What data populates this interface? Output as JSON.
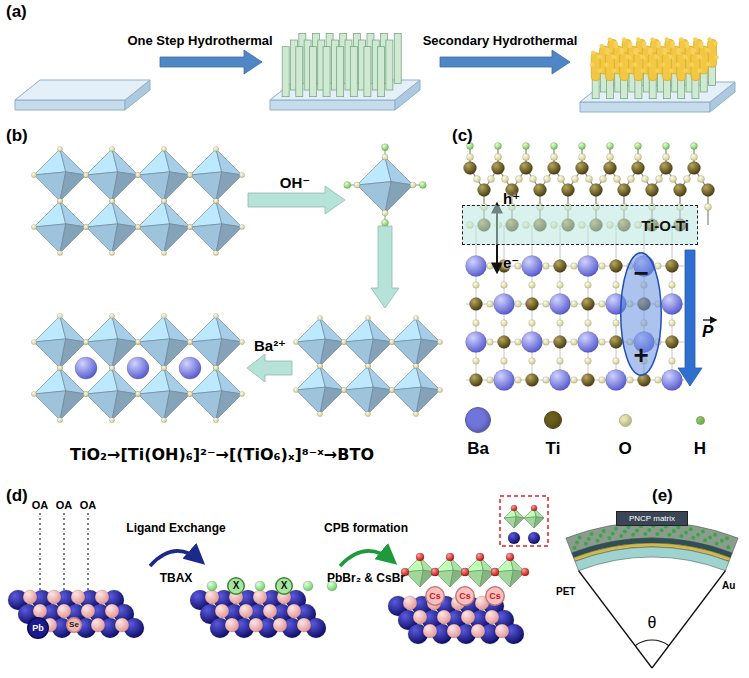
{
  "diagram": {
    "nodes": [
      {
        "text": [
          "Ti-O-Ti"
        ]
      },
      {
        "text": [
          "−",
          "+"
        ]
      },
      {
        "text": [
          "Pb"
        ]
      },
      {
        "text": [
          "Se"
        ]
      },
      {
        "text": [
          "X"
        ]
      },
      {
        "text": [
          "X"
        ]
      },
      {
        "text": [
          "Cs"
        ]
      },
      {
        "text": [
          "Cs"
        ]
      },
      {
        "text": [
          "Cs"
        ]
      },
      {
        "text": [
          "PNCP matrix"
        ]
      }
    ],
    "labels": [
      "(a)",
      "One Step Hydrothermal",
      "Secondary Hydrothermal",
      "(b)",
      "OH⁻",
      "Ba²⁺",
      "TiO₂→[Ti(OH)₆]²⁻→[(TiO₆)ₓ]⁸⁻ˣ→BTO",
      "(c)",
      "h⁺",
      "e⁻",
      "P",
      "(d)",
      "OA",
      "OA",
      "OA",
      "Ligand Exchange",
      "TBAX",
      "CPB formation",
      "PbBr₂ & CsBr",
      "(e)",
      "PET",
      "Au",
      "θ"
    ],
    "legend": [
      {
        "text": "Ba",
        "color": "#7075dc"
      },
      {
        "text": "Ti",
        "color": "#6b5d1c"
      },
      {
        "text": "O",
        "color": "#ece7b0"
      },
      {
        "text": "H",
        "color": "#9ad870"
      }
    ]
  }
}
